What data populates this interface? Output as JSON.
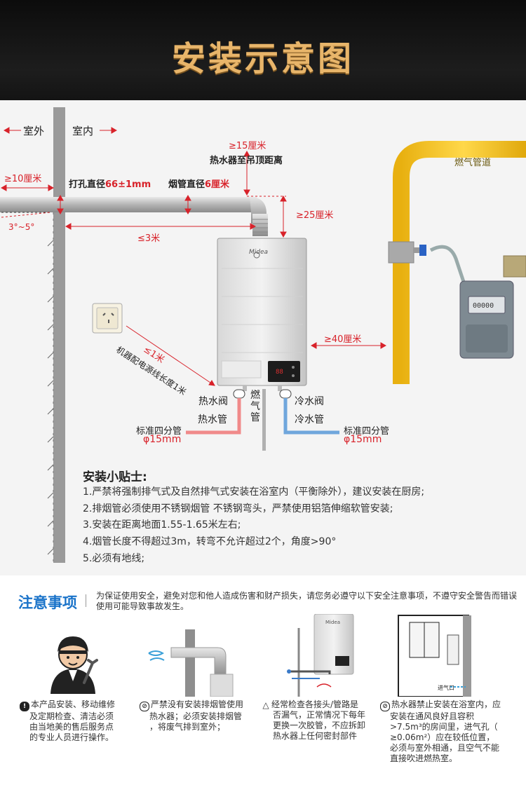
{
  "header": {
    "title": "安装示意图"
  },
  "diagram": {
    "outdoor": "室外",
    "indoor": "室内",
    "dist_wall": "≥10厘米",
    "hole_diameter_label": "打孔直径",
    "hole_diameter_value": "66±1mm",
    "flue_diameter_label": "烟管直径",
    "flue_diameter_value": "6厘米",
    "ceiling_dist_value": "≥15厘米",
    "ceiling_dist_label": "热水器至吊顶距离",
    "slope": "3°~5°",
    "flue_length": "≤3米",
    "elbow_dist": "≥25厘米",
    "gas_pipeline": "燃气管道",
    "side_dist": "≥40厘米",
    "cord_length_value": "≤1米",
    "cord_length_label": "机器配电源线长度1米",
    "hot_valve": "热水阀",
    "hot_pipe": "热水管",
    "gas_pipe": "燃气管",
    "cold_valve": "冷水阀",
    "cold_pipe": "冷水管",
    "std_pipe_left": "标准四分管",
    "std_pipe_left_dia": "φ15mm",
    "std_pipe_right": "标准四分管",
    "std_pipe_right_dia": "φ15mm",
    "brand": "Midea"
  },
  "tips": {
    "title": "安装小贴士:",
    "items": [
      "1.严禁将强制排气式及自然排气式安装在浴室内（平衡除外），建议安装在厨房;",
      "2.排烟管必须使用不锈钢烟管 不锈钢弯头，严禁使用铝箔伸缩软管安装;",
      "3.安装在距离地面1.55-1.65米左右;",
      "4.烟管长度不得超过3m，转弯不允许超过2个，角度>90°",
      "5.必须有地线;"
    ]
  },
  "notice": {
    "title": "注意事项",
    "intro": "为保证使用安全，避免对您和他人造成伤害和财产损失，请您务必遵守以下安全注意事项，不遵守安全警告而错误使用可能导致事故发生。",
    "items": [
      {
        "icon": "!",
        "lines": [
          "本产品安装、移动维修",
          "及定期检查、清洁必须",
          "由当地美的售后服务点",
          "的专业人员进行操作。"
        ]
      },
      {
        "icon": "⊘",
        "lines": [
          "严禁没有安装排烟管使用",
          "热水器；必须安装排烟管",
          "，将废气排到室外；"
        ]
      },
      {
        "icon": "△",
        "lines": [
          "经常检查各接头/管路是",
          "否漏气，正常情况下每年",
          "更换一次胶管，不应拆卸",
          "热水器上任何密封部件"
        ]
      },
      {
        "icon": "⊘",
        "lines": [
          "热水器禁止安装在浴室内，应",
          "安装在通风良好且容积",
          ">7.5m³的房间里，进气孔（",
          "≥0.06m²）应在较低位置，",
          "必须与室外相通，且空气不能",
          "直接吹进燃热室。"
        ]
      }
    ],
    "vent_label": "进气口"
  },
  "colors": {
    "title_gold": "#e8b56a",
    "accent_red": "#d8222a",
    "notice_blue": "#1a73c9",
    "gas_yellow": "#f3c21c",
    "hot_pipe": "#f08a8a",
    "cold_pipe": "#6fa6dc"
  }
}
